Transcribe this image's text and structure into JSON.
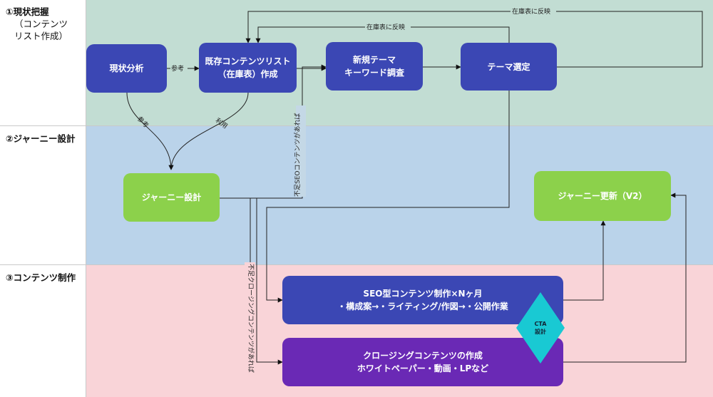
{
  "lanes": [
    {
      "label": "①現状把握",
      "sub": [
        "（コンテンツ",
        "リスト作成）"
      ]
    },
    {
      "label": "②ジャーニー設計"
    },
    {
      "label": "③コンテンツ制作"
    }
  ],
  "nodes": {
    "genjo": "現状分析",
    "kizon": [
      "既存コンテンツリスト",
      "（在庫表）作成"
    ],
    "shinki": [
      "新規テーマ",
      "キーワード調査"
    ],
    "theme": "テーマ選定",
    "journey": "ジャーニー設計",
    "journey_v2": "ジャーニー更新（V2）",
    "seo": [
      "SEO型コンテンツ制作×Nヶ月",
      "・構成案→・ライティング/作図→・公開作業"
    ],
    "closing": [
      "クロージングコンテンツの作成",
      "ホワイトペーパー・動画・LPなど"
    ],
    "cta": [
      "CTA",
      "設計"
    ]
  },
  "edge_labels": {
    "sanko1": "参考",
    "sanko2": "参考",
    "riyo": "利用",
    "zaiko1": "在庫表に反映",
    "zaiko2": "在庫表に反映",
    "fusoku_seo": "不足SEOコンテンツがあれば",
    "fusoku_closing": "不足クロージングコンテンツがあれば"
  },
  "colors": {
    "lane1": "#c2ddd3",
    "lane2": "#bad3ea",
    "lane3": "#f9d4d8",
    "node_blue": "#3b47b4",
    "node_green": "#8cd14b",
    "node_purple": "#6a29b5",
    "cta": "#19c9d3"
  }
}
